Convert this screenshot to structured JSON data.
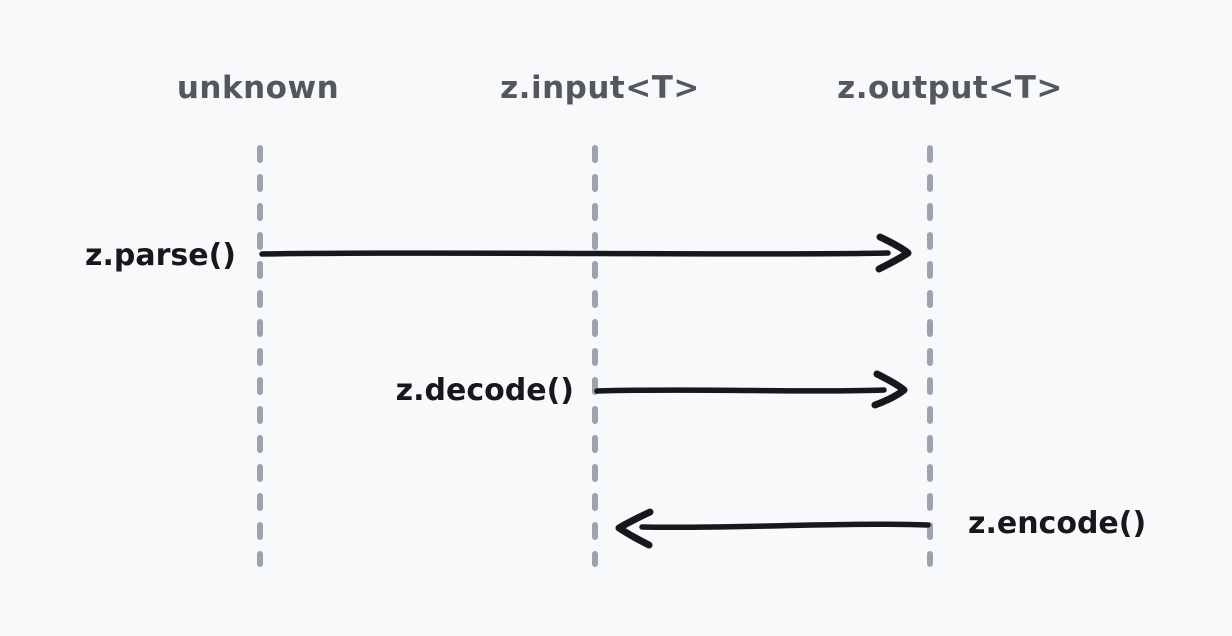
{
  "canvas": {
    "background": "#f8f9fb"
  },
  "palette": {
    "lifeline": "#9ca3af",
    "header_text": "#54575d",
    "message": "#17181b"
  },
  "lifelines": [
    {
      "label": "unknown"
    },
    {
      "label": "z.input<T>"
    },
    {
      "label": "z.output<T>"
    }
  ],
  "messages": [
    {
      "label": "z.parse()",
      "from": "unknown",
      "to": "z.output<T>",
      "direction": "right"
    },
    {
      "label": "z.decode()",
      "from": "z.input<T>",
      "to": "z.output<T>",
      "direction": "right"
    },
    {
      "label": "z.encode()",
      "from": "z.output<T>",
      "to": "z.input<T>",
      "direction": "left"
    }
  ]
}
